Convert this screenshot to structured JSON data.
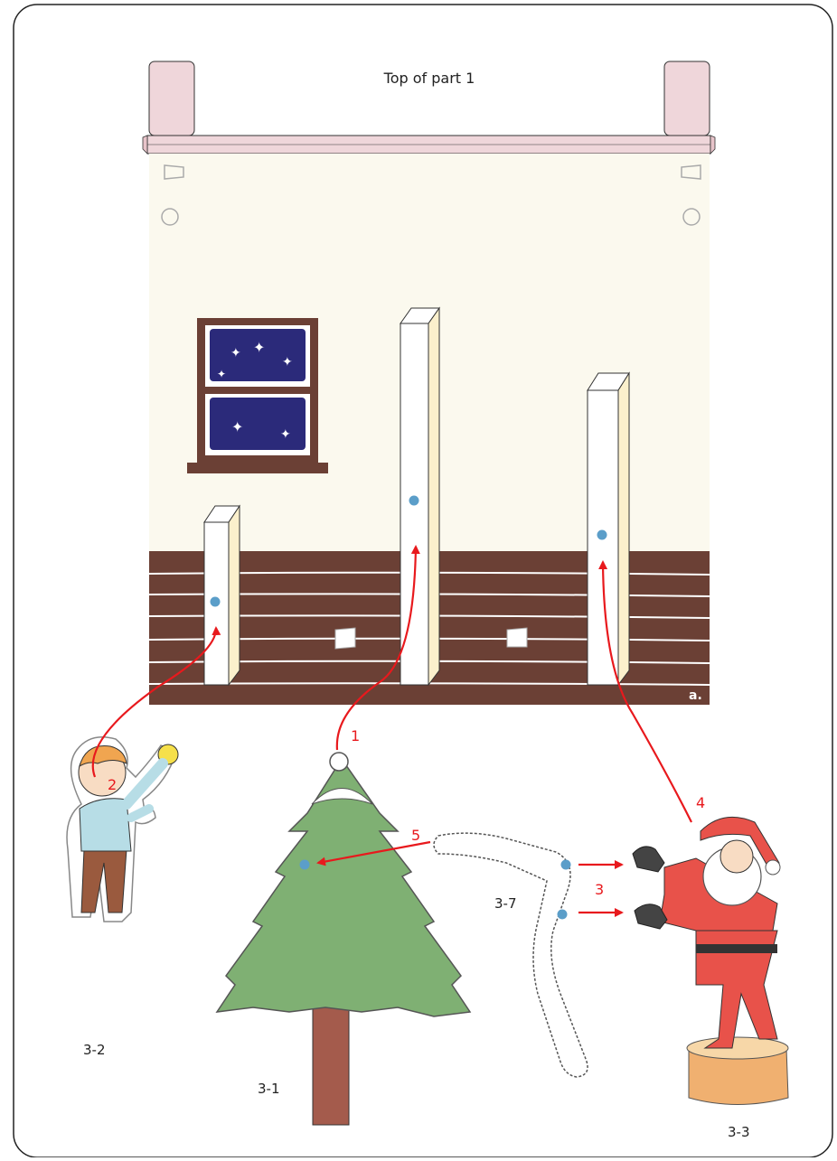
{
  "diagram": {
    "header_text": "Top of part 1",
    "signature": "a.",
    "step_numbers": [
      "1",
      "2",
      "3",
      "4",
      "5"
    ],
    "part_labels": {
      "tree": "3-1",
      "boy": "3-2",
      "santa": "3-3",
      "garland": "3-7"
    },
    "colors": {
      "arrow": "#e8191d",
      "glue_dot": "#5b9ec9",
      "wall": "#fbf9ee",
      "wood": "#6b4035",
      "tab_pink": "#efd6da",
      "window_glass": "#2b2a7a",
      "tree_green": "#7fb073",
      "santa_red": "#e8524a"
    }
  }
}
